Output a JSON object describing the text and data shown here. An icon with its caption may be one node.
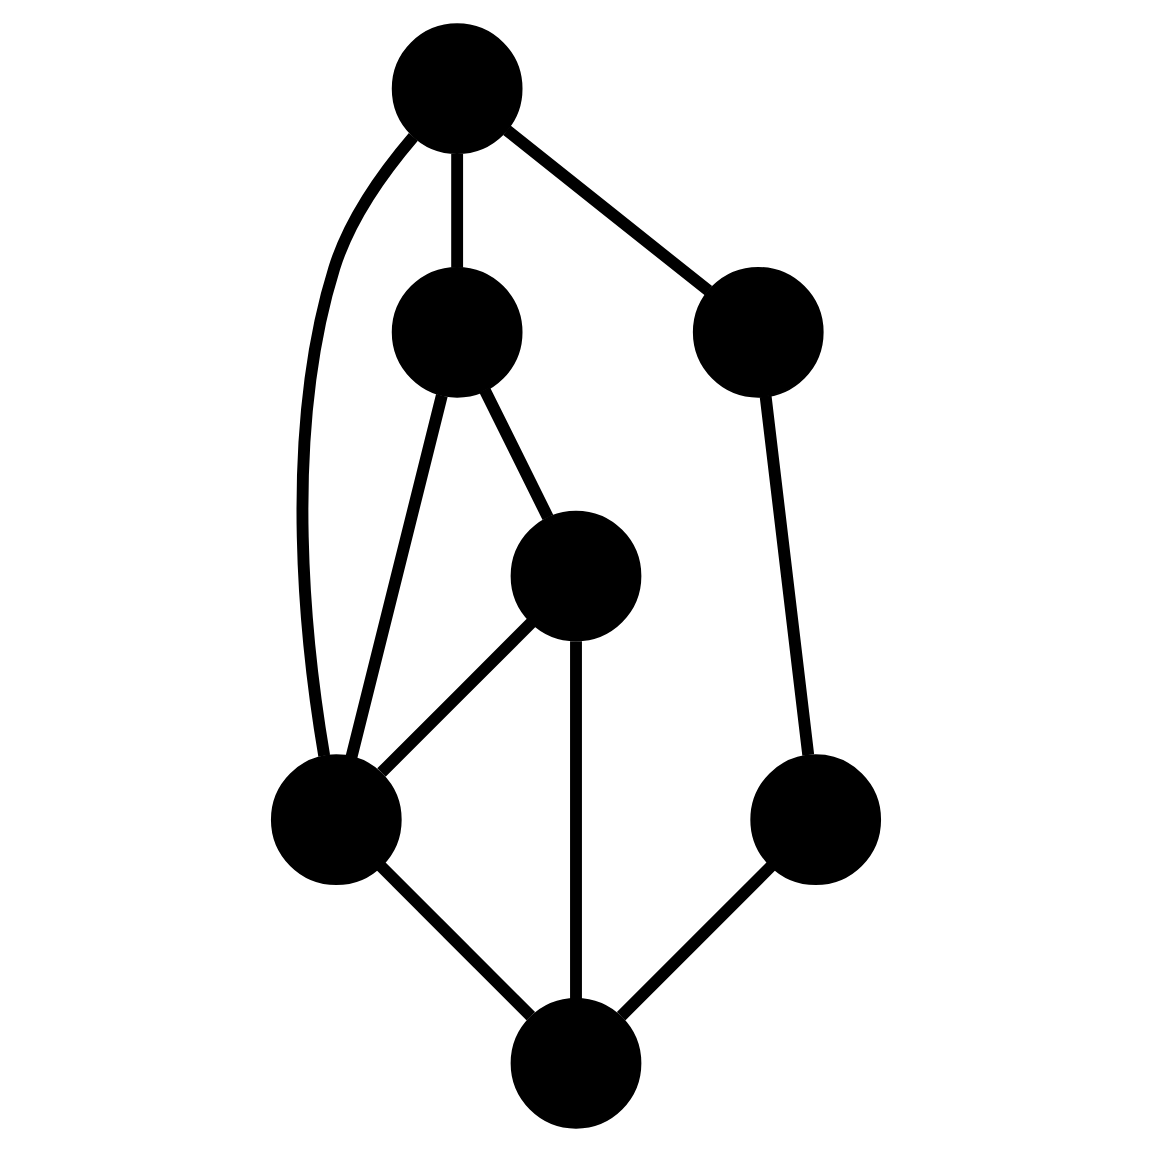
{
  "diagram": {
    "nodes": [
      {
        "text": [],
        "shape": "circle"
      },
      {
        "text": [],
        "shape": "circle"
      },
      {
        "text": [],
        "shape": "circle"
      },
      {
        "text": [],
        "shape": "circle"
      },
      {
        "text": [],
        "shape": "circle"
      },
      {
        "text": [],
        "shape": "circle"
      },
      {
        "text": [],
        "shape": "circle"
      }
    ],
    "edges": [
      {
        "from": 1,
        "to": 0,
        "arrow": "none"
      },
      {
        "from": 2,
        "to": 0,
        "arrow": "none"
      },
      {
        "from": 1,
        "to": 2,
        "arrow": "none"
      },
      {
        "from": 1,
        "to": 3,
        "arrow": "none"
      },
      {
        "from": 2,
        "to": 4,
        "arrow": "none"
      },
      {
        "from": 4,
        "to": 0,
        "arrow": "none"
      },
      {
        "from": 0,
        "to": 6,
        "arrow": "none"
      },
      {
        "from": 3,
        "to": 5,
        "arrow": "none"
      },
      {
        "from": 4,
        "to": 6,
        "arrow": "none"
      },
      {
        "from": 5,
        "to": 6,
        "arrow": "none"
      }
    ]
  }
}
